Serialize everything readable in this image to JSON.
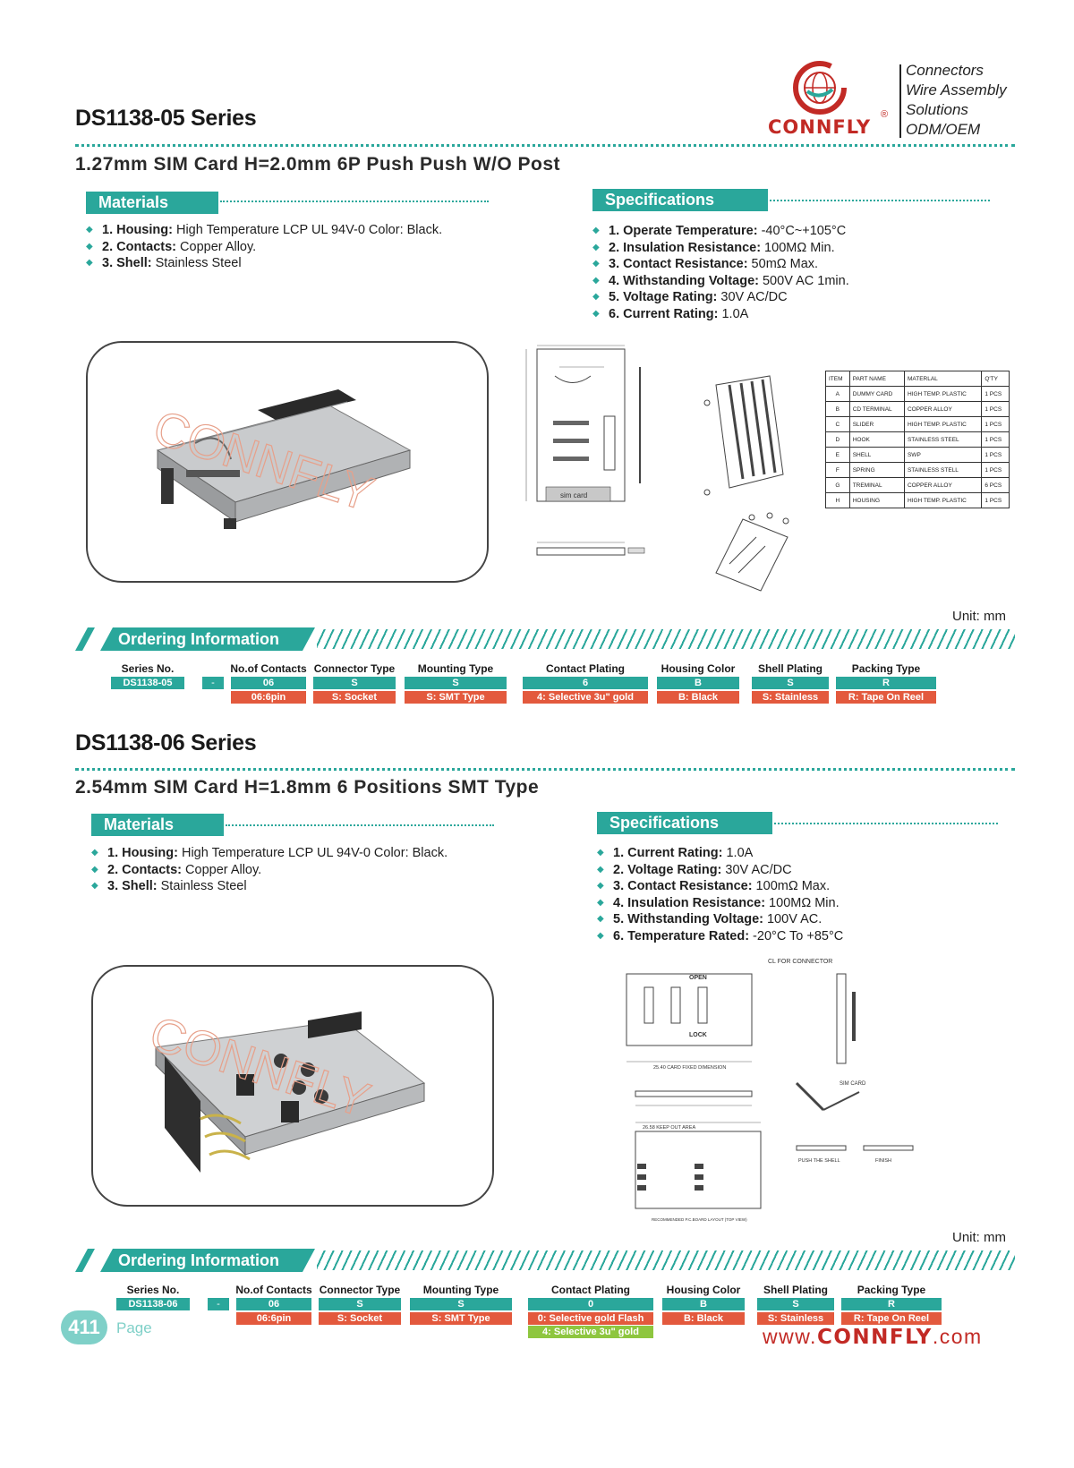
{
  "brand": {
    "logo_text": "CONNFLY",
    "reg_mark": "®",
    "taglines": [
      "Connectors",
      "Wire Assembly",
      "Solutions",
      "ODM/OEM"
    ],
    "colors": {
      "accent": "#2aa79b",
      "brand_red": "#c22a25",
      "option_orange": "#e3593d",
      "option_green": "#8ec63f"
    }
  },
  "section1": {
    "title": "DS1138-05 Series",
    "subtitle": "1.27mm SIM Card H=2.0mm 6P Push Push W/O Post",
    "materials_heading": "Materials",
    "materials": [
      {
        "label": "1. Housing:",
        "value": " High Temperature LCP UL 94V-0 Color: Black."
      },
      {
        "label": "2. Contacts:",
        "value": " Copper Alloy."
      },
      {
        "label": "3. Shell:",
        "value": " Stainless Steel"
      }
    ],
    "specs_heading": "Specifications",
    "specs": [
      {
        "label": "1. Operate Temperature:",
        "value": " -40°C~+105°C"
      },
      {
        "label": "2. Insulation Resistance:",
        "value": " 100MΩ Min."
      },
      {
        "label": "3. Contact Resistance:",
        "value": " 50mΩ Max."
      },
      {
        "label": "4. Withstanding Voltage:",
        "value": " 500V AC 1min."
      },
      {
        "label": "5. Voltage Rating:",
        "value": " 30V AC/DC"
      },
      {
        "label": "6. Current Rating:",
        "value": " 1.0A"
      }
    ],
    "photo_watermark": "CONNFLY",
    "drawing_labels": {
      "sim_card": "sim card"
    },
    "parts_table": {
      "headers": [
        "ITEM",
        "PART NAME",
        "MATERLAL",
        "Q'TY"
      ],
      "rows": [
        [
          "A",
          "DUMMY CARD",
          "HIGH TEMP. PLASTIC",
          "1 PCS"
        ],
        [
          "B",
          "CD TERMINAL",
          "COPPER ALLOY",
          "1 PCS"
        ],
        [
          "C",
          "SLIDER",
          "HIGH TEMP. PLASTIC",
          "1 PCS"
        ],
        [
          "D",
          "HOOK",
          "STAINLESS STEEL",
          "1 PCS"
        ],
        [
          "E",
          "SHELL",
          "SWP",
          "1 PCS"
        ],
        [
          "F",
          "SPRING",
          "STAINLESS STELL",
          "1 PCS"
        ],
        [
          "G",
          "TREMINAL",
          "COPPER ALLOY",
          "6 PCS"
        ],
        [
          "H",
          "HOUSING",
          "HIGH TEMP. PLASTIC",
          "1 PCS"
        ]
      ]
    },
    "unit": "Unit: mm",
    "ordering": {
      "heading": "Ordering Information",
      "columns": [
        {
          "header": "Series No.",
          "code": "DS1138-05",
          "options": []
        },
        {
          "header": "",
          "code": "-",
          "options": []
        },
        {
          "header": "No.of Contacts",
          "code": "06",
          "options": [
            "06:6pin"
          ]
        },
        {
          "header": "Connector Type",
          "code": "S",
          "options": [
            "S: Socket"
          ]
        },
        {
          "header": "Mounting Type",
          "code": "S",
          "options": [
            "S: SMT Type"
          ]
        },
        {
          "header": "Contact Plating",
          "code": "6",
          "options": [
            "4: Selective 3u\" gold"
          ]
        },
        {
          "header": "Housing Color",
          "code": "B",
          "options": [
            "B: Black"
          ]
        },
        {
          "header": "Shell Plating",
          "code": "S",
          "options": [
            "S: Stainless"
          ]
        },
        {
          "header": "Packing Type",
          "code": "R",
          "options": [
            "R: Tape On Reel"
          ]
        }
      ]
    }
  },
  "section2": {
    "title": "DS1138-06 Series",
    "subtitle": "2.54mm SIM Card H=1.8mm 6 Positions SMT Type",
    "materials_heading": "Materials",
    "materials": [
      {
        "label": "1. Housing:",
        "value": " High Temperature LCP UL 94V-0 Color: Black."
      },
      {
        "label": "2. Contacts:",
        "value": " Copper Alloy."
      },
      {
        "label": "3. Shell:",
        "value": " Stainless Steel"
      }
    ],
    "specs_heading": "Specifications",
    "specs": [
      {
        "label": "1. Current Rating:",
        "value": " 1.0A"
      },
      {
        "label": "2. Voltage Rating:",
        "value": " 30V AC/DC"
      },
      {
        "label": "3. Contact Resistance:",
        "value": " 100mΩ Max."
      },
      {
        "label": "4. Insulation Resistance:",
        "value": " 100MΩ Min."
      },
      {
        "label": "5. Withstanding Voltage:",
        "value": " 100V AC."
      },
      {
        "label": "6. Temperature Rated:",
        "value": " -20°C To +85°C"
      }
    ],
    "photo_watermark": "CONNFLY",
    "drawing_labels": {
      "cl_for_connector": "CL FOR CONNECTOR",
      "open": "OPEN",
      "lock": "LOCK",
      "card_fixed": "25.40 CARD FIXED DIMENSION",
      "keep_out": "26.58 KEEP OUT AREA",
      "sim_card": "SIM CARD",
      "push_the_shell": "PUSH THE SHELL",
      "finish": "FINISH",
      "layout_note": "RECOMMENDED P.C.BOARD LAYOUT (TOP VIEW)"
    },
    "unit": "Unit: mm",
    "ordering": {
      "heading": "Ordering Information",
      "columns": [
        {
          "header": "Series No.",
          "code": "DS1138-06",
          "options": []
        },
        {
          "header": "",
          "code": "-",
          "options": []
        },
        {
          "header": "No.of Contacts",
          "code": "06",
          "options": [
            "06:6pin"
          ]
        },
        {
          "header": "Connector Type",
          "code": "S",
          "options": [
            "S: Socket"
          ]
        },
        {
          "header": "Mounting Type",
          "code": "S",
          "options": [
            "S: SMT Type"
          ]
        },
        {
          "header": "Contact Plating",
          "code": "0",
          "options": [
            "0: Selective gold Flash",
            "4: Selective 3u\" gold"
          ]
        },
        {
          "header": "Housing Color",
          "code": "B",
          "options": [
            "B: Black"
          ]
        },
        {
          "header": "Shell Plating",
          "code": "S",
          "options": [
            "S: Stainless"
          ]
        },
        {
          "header": "Packing Type",
          "code": "R",
          "options": [
            "R: Tape On Reel"
          ]
        }
      ]
    }
  },
  "footer": {
    "page_number": "411",
    "page_word": "Page",
    "site_prefix": "www.",
    "site_brand": "CONNFLY",
    "site_suffix": ".com"
  }
}
